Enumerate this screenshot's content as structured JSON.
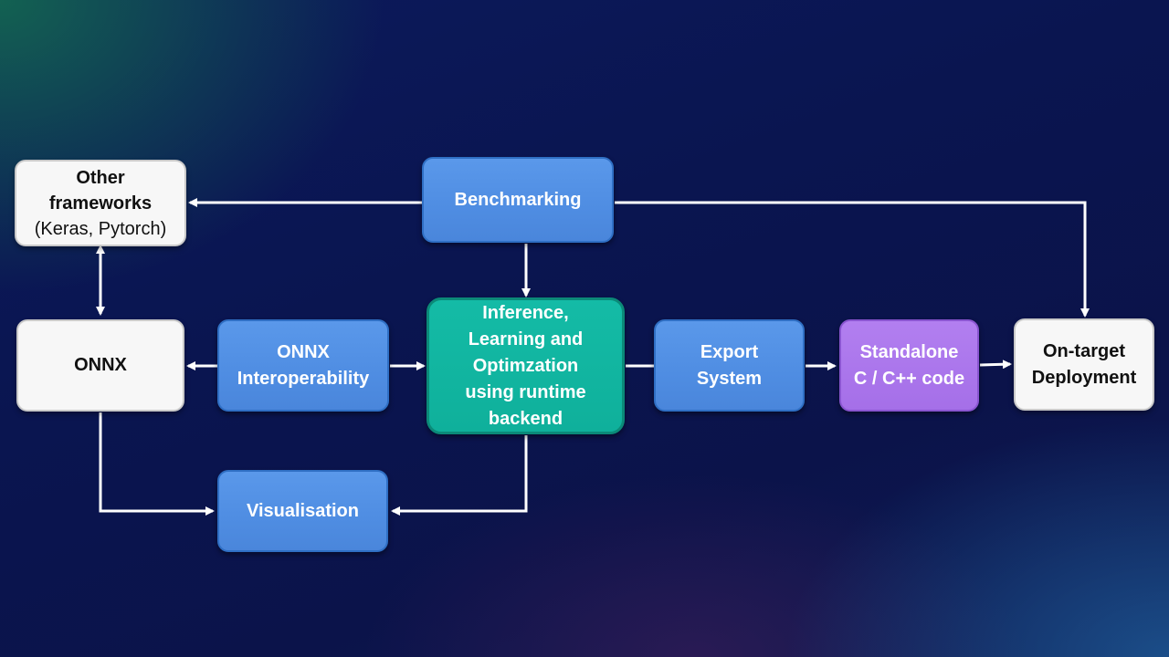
{
  "diagram": {
    "other_frameworks": {
      "line1": "Other",
      "line2": "frameworks",
      "line3": "(Keras, Pytorch)"
    },
    "benchmarking": {
      "label": "Benchmarking"
    },
    "onnx": {
      "label": "ONNX"
    },
    "onnx_interop": {
      "line1": "ONNX",
      "line2": "Interoperability"
    },
    "inference": {
      "line1": "Inference,",
      "line2": "Learning and",
      "line3": "Optimzation",
      "line4": "using runtime",
      "line5": "backend"
    },
    "export_system": {
      "line1": "Export",
      "line2": "System"
    },
    "standalone": {
      "line1": "Standalone",
      "line2": "C / C++ code"
    },
    "deployment": {
      "line1": "On-target",
      "line2": "Deployment"
    },
    "visualisation": {
      "label": "Visualisation"
    }
  },
  "colors": {
    "blue_box": "#4f8de2",
    "teal_box": "#0fb09b",
    "purple_box": "#a56fe8",
    "white_box": "#f7f7f7",
    "arrow": "#ffffff"
  }
}
